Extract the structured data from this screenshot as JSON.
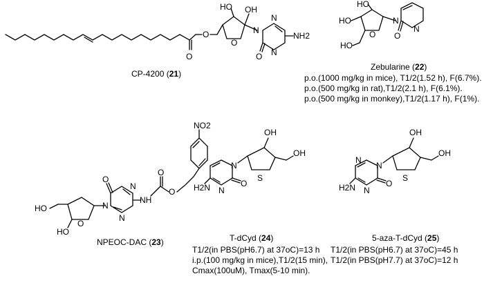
{
  "compounds": [
    {
      "id": "cp4200",
      "name": "CP-4200",
      "number": "21",
      "notes": []
    },
    {
      "id": "zebularine",
      "name": "Zebularine",
      "number": "22",
      "notes": [
        "p.o.(1000 mg/kg in mice), T1/2(1.52 h), F(6.7%).",
        "p.o.(500 mg/kg in rat),T1/2(2.1 h), F(6.1%).",
        "p.o.(500 mg/kg in monkey),T1/2(1.17 h), F(1%)."
      ]
    },
    {
      "id": "npeoc",
      "name": "NPEOC-DAC",
      "number": "23",
      "notes": []
    },
    {
      "id": "tdcyd",
      "name": "T-dCyd",
      "number": "24",
      "notes": [
        "T1/2(in PBS(pH6.7) at 37oC)=13 h",
        "i.p.(100 mg/kg in mice),T1/2(15 min),",
        "Cmax(100uM), Tmax(5-10 min)."
      ]
    },
    {
      "id": "azatdcyd",
      "name": "5-aza-T-dCyd",
      "number": "25",
      "notes": [
        "T1/2(in PBS(pH6.7) at 37oC)=45 h",
        "T1/2(in PBS(pH7.7) at 37oC)=12 h"
      ]
    }
  ],
  "atom_labels": {
    "ho": "HO",
    "oh": "OH",
    "o": "O",
    "n": "N",
    "s": "S",
    "nh": "NH",
    "nh2": "NH2",
    "h2n": "H2N",
    "no2": "NO2"
  }
}
